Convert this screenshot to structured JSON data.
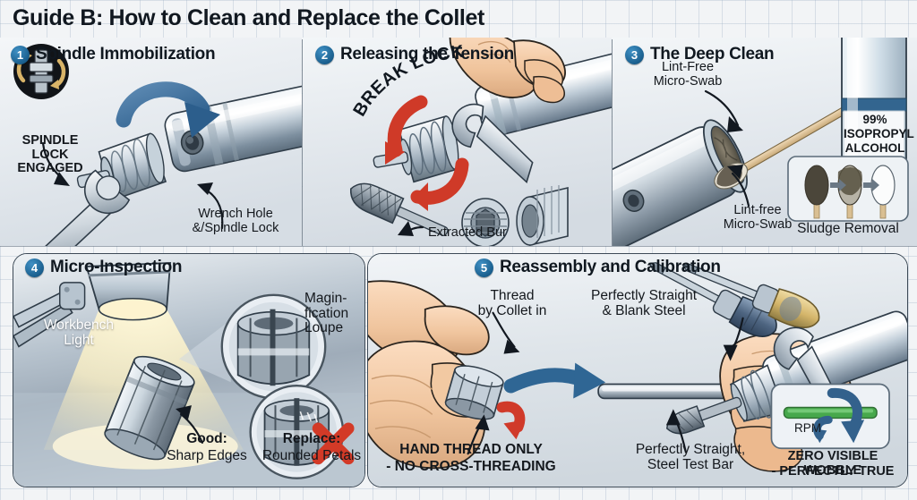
{
  "title": "Guide B: How to Clean and Replace the Collet",
  "colors": {
    "badge_blue": "#1a5f8e",
    "arrow_blue": "#3a6e99",
    "arrow_red": "#d03a2a",
    "accent_green": "#4caf50",
    "warn_red": "#d63a2a",
    "metal_light": "#dfe5ea",
    "metal_dark": "#6e7d8b",
    "skin": "#f2c9a4",
    "grid_line": "#96aabe"
  },
  "panels": [
    {
      "number": "1",
      "title": "Spindle Immobilization",
      "badge_label": "SPINDLE LOCK\nENGAGED",
      "labels": [
        {
          "name": "wrench-hole-label",
          "text": "Wrench Hole\n&/Spindle Lock"
        }
      ]
    },
    {
      "number": "2",
      "title": "Releasing the Tension",
      "curved_text": "BREAK LOCK",
      "labels": [
        {
          "name": "extracted-bur-label",
          "text": "Extracted Bur"
        }
      ]
    },
    {
      "number": "3",
      "title": "The Deep Clean",
      "labels": [
        {
          "name": "micro-swab-label-top",
          "text": "Lint-Free\nMicro-Swab"
        },
        {
          "name": "micro-swab-label-bottom",
          "text": "Lint-free\nMicro-Swab"
        }
      ],
      "bottle_label": "99%\nISOPROPYL\nALCOHOL",
      "inset_caption": "Sludge Removal"
    },
    {
      "number": "4",
      "title": "Micro-Inspection",
      "labels": [
        {
          "name": "workbench-light-label",
          "text": "Workbench\nLight"
        },
        {
          "name": "loupe-label",
          "text": "Magin-\nfication\nLoupe"
        }
      ],
      "verdicts": [
        {
          "name": "good-verdict",
          "head": "Good:",
          "sub": "Sharp Edges"
        },
        {
          "name": "replace-verdict",
          "head": "Replace:",
          "sub": "Rounded Petals"
        }
      ]
    },
    {
      "number": "5",
      "title": "Reassembly and Calibration",
      "labels": [
        {
          "name": "thread-collet-label",
          "text": "Thread\nby Collet in"
        },
        {
          "name": "straight-blank-label",
          "text": "Perfectly Straight\n& Blank Steel"
        },
        {
          "name": "test-bar-label",
          "text": "Perfectly Straight,\nSteel Test Bar"
        }
      ],
      "warnings": [
        {
          "name": "hand-thread-warning",
          "line1": "HAND THREAD ONLY",
          "line2": "- NO CROSS-THREADING"
        }
      ],
      "rpm_inset": {
        "meter_label": "RPM",
        "caption_line1": "ZERO VISIBLE WOBBLE",
        "caption_line2": "- PERFECTLY TRUE"
      }
    }
  ]
}
